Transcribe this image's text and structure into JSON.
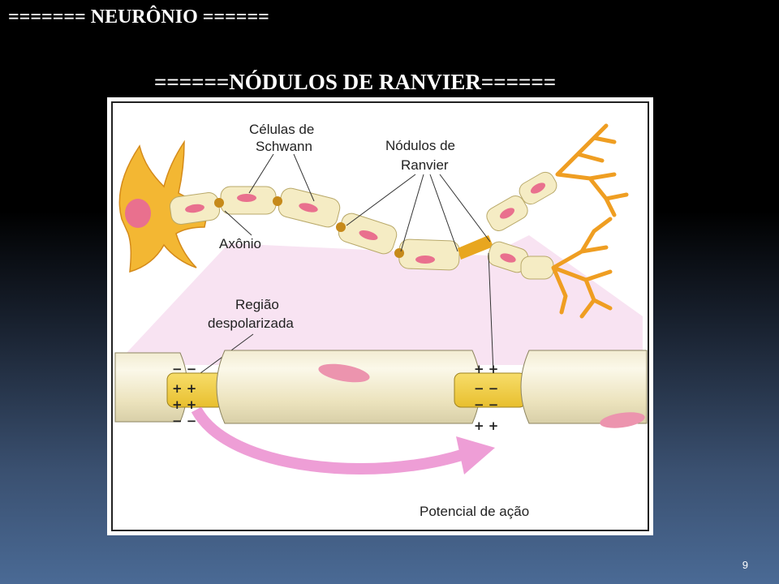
{
  "slide": {
    "title": "======= NEURÔNIO ======",
    "subtitle": "======NÓDULOS DE RANVIER======",
    "page_number": "9"
  },
  "diagram": {
    "labels": {
      "schwann_line1": "Células de",
      "schwann_line2": "Schwann",
      "nodes_line1": "Nódulos de",
      "nodes_line2": "Ranvier",
      "axon": "Axônio",
      "region_line1": "Região",
      "region_line2": "despolarizada",
      "action_potential": "Potencial de ação"
    },
    "signs": {
      "minus_pair": "− −",
      "plus_pair": "+ +"
    }
  },
  "colors": {
    "myelin": "#f5ecc4",
    "axon": "#f3d04a",
    "neuron_body": "#f3b733",
    "nucleus": "#e9708e",
    "arrow": "#ee9ed6",
    "projection": "#f3d2ea"
  }
}
